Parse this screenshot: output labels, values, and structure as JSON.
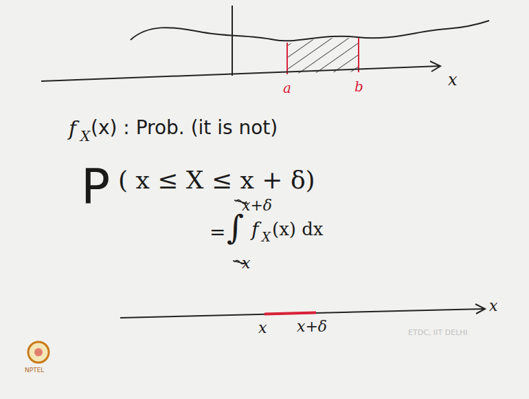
{
  "diagram": {
    "labels": [
      "a",
      "b",
      "x",
      "f",
      "X",
      "(x) : Prob. (it is not)",
      "P",
      "( x ≤ X ≤ x + δ)",
      "=",
      "∫",
      "x+δ",
      "x",
      "f",
      "X",
      "(x) dx",
      "x",
      "x",
      "x+δ",
      "ETDC, IIT DELHI",
      "NPTEL"
    ]
  }
}
